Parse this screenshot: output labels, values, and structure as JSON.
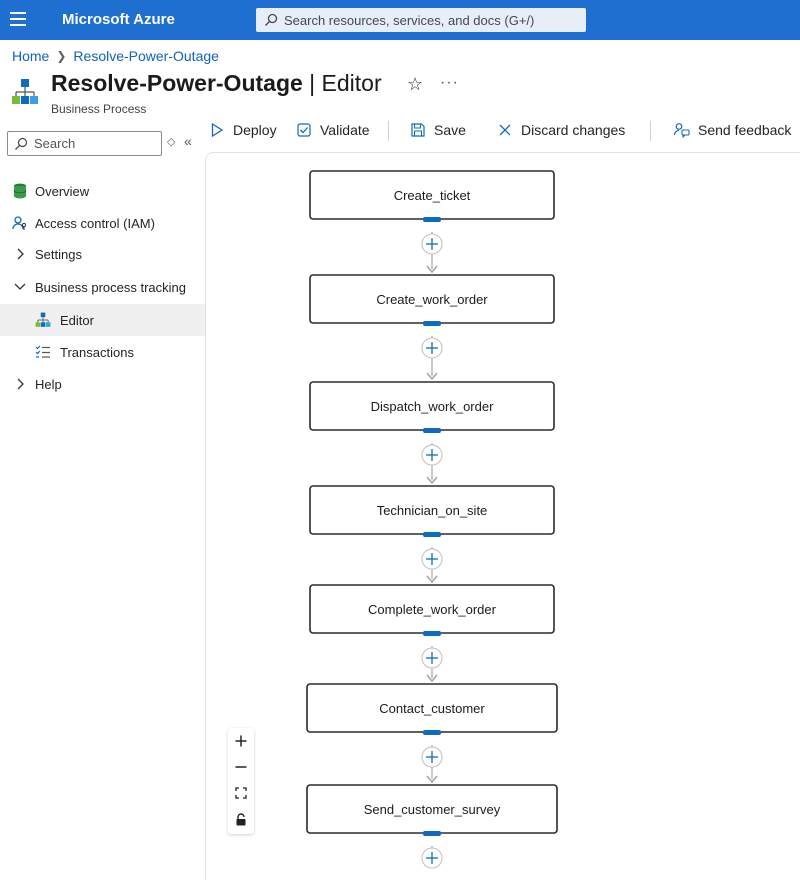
{
  "topbar": {
    "brand": "Microsoft Azure",
    "search_placeholder": "Search resources, services, and docs (G+/)"
  },
  "breadcrumb": {
    "home": "Home",
    "current": "Resolve-Power-Outage"
  },
  "header": {
    "title_bold": "Resolve-Power-Outage",
    "title_rest": " | Editor",
    "subtitle": "Business Process"
  },
  "sidebar": {
    "search_placeholder": "Search",
    "items": [
      {
        "label": "Overview",
        "icon": "overview-icon"
      },
      {
        "label": "Access control (IAM)",
        "icon": "iam-icon"
      },
      {
        "label": "Settings",
        "icon": "chevron-right-icon"
      },
      {
        "label": "Business process tracking",
        "icon": "chevron-down-icon"
      },
      {
        "label": "Editor",
        "icon": "process-icon",
        "active": true
      },
      {
        "label": "Transactions",
        "icon": "list-check-icon"
      },
      {
        "label": "Help",
        "icon": "chevron-right-icon"
      }
    ]
  },
  "toolbar": {
    "deploy": "Deploy",
    "validate": "Validate",
    "save": "Save",
    "discard": "Discard changes",
    "feedback": "Send feedback"
  },
  "flow": {
    "stages": [
      "Create_ticket",
      "Create_work_order",
      "Dispatch_work_order",
      "Technician_on_site",
      "Complete_work_order",
      "Contact_customer",
      "Send_customer_survey"
    ]
  },
  "colors": {
    "accent": "#0f6cbd",
    "topbar": "#1f6fd0",
    "link": "#0f62c0"
  }
}
